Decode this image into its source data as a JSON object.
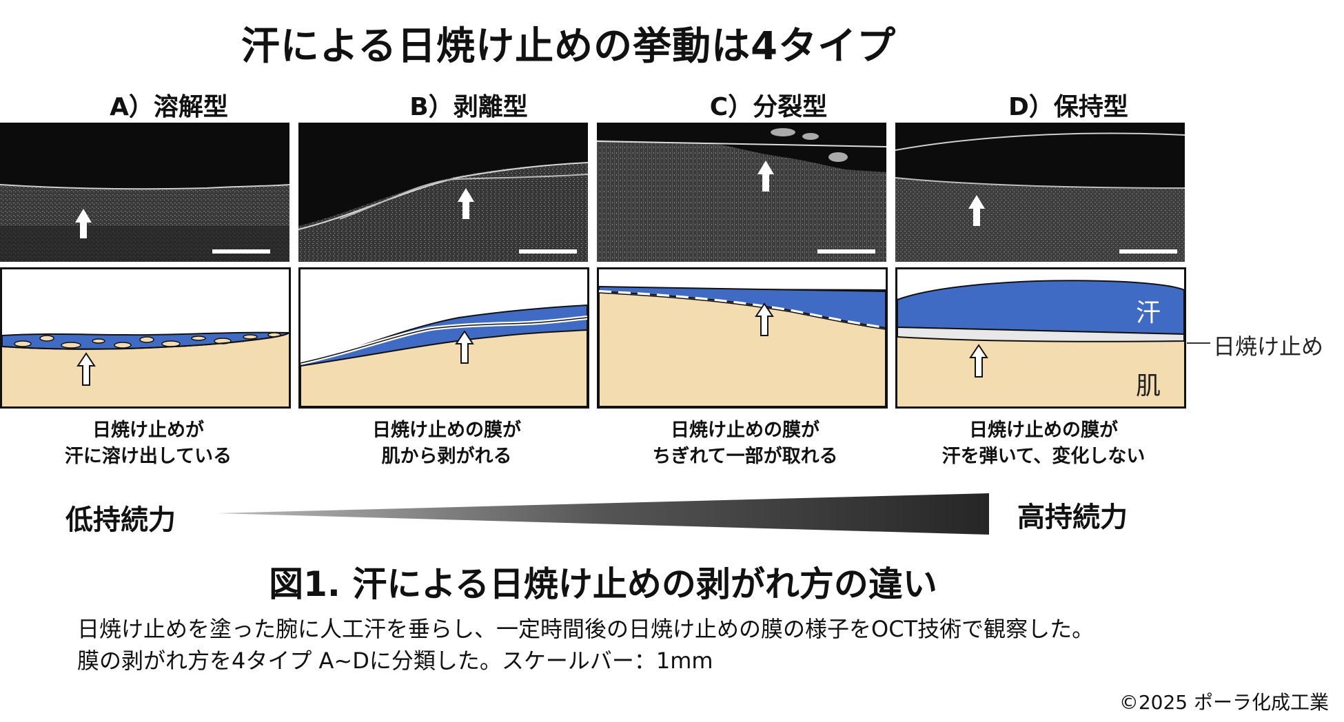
{
  "title": "汗による日焼け止めの挙動は4タイプ",
  "panels": [
    {
      "label": "A）溶解型",
      "desc_line1": "日焼け止めが",
      "desc_line2": "汗に溶け出している"
    },
    {
      "label": "B）剥離型",
      "desc_line1": "日焼け止めの膜が",
      "desc_line2": "肌から剥がれる"
    },
    {
      "label": "C）分裂型",
      "desc_line1": "日焼け止めの膜が",
      "desc_line2": "ちぎれて一部が取れる"
    },
    {
      "label": "D）保持型",
      "desc_line1": "日焼け止めの膜が",
      "desc_line2": "汗を弾いて、変化しない"
    }
  ],
  "legend": {
    "sweat": "汗",
    "skin": "肌",
    "sunscreen": "日焼け止め"
  },
  "range": {
    "low": "低持続力",
    "high": "高持続力"
  },
  "figure_caption": "図1. 汗による日焼け止めの剥がれ方の違い",
  "note_line1": "日焼け止めを塗った腕に人工汗を垂らし、一定時間後の日焼け止めの膜の様子をOCT技術で観察した。",
  "note_line2": "膜の剥がれ方を4タイプ A~Dに分類した。スケールバー：1mm",
  "copyright": "©2025 ポーラ化成工業",
  "colors": {
    "sweat": "#3f6bc4",
    "skin": "#f2dcb0",
    "film": "#e8e8e8",
    "oct_bg": "#0c0c0c"
  }
}
